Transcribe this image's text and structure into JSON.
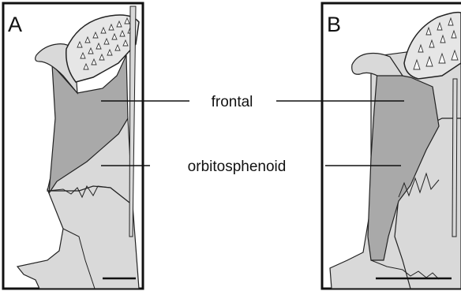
{
  "figure": {
    "panels": [
      {
        "label": "A"
      },
      {
        "label": "B"
      }
    ],
    "callouts": [
      {
        "text": "frontal"
      },
      {
        "text": "orbitosphenoid"
      }
    ]
  },
  "colors": {
    "background": "#ffffff",
    "frame": "#111111",
    "bone_light": "#d9d9d9",
    "bone_dark": "#a9a9a9",
    "outline": "#222222"
  }
}
